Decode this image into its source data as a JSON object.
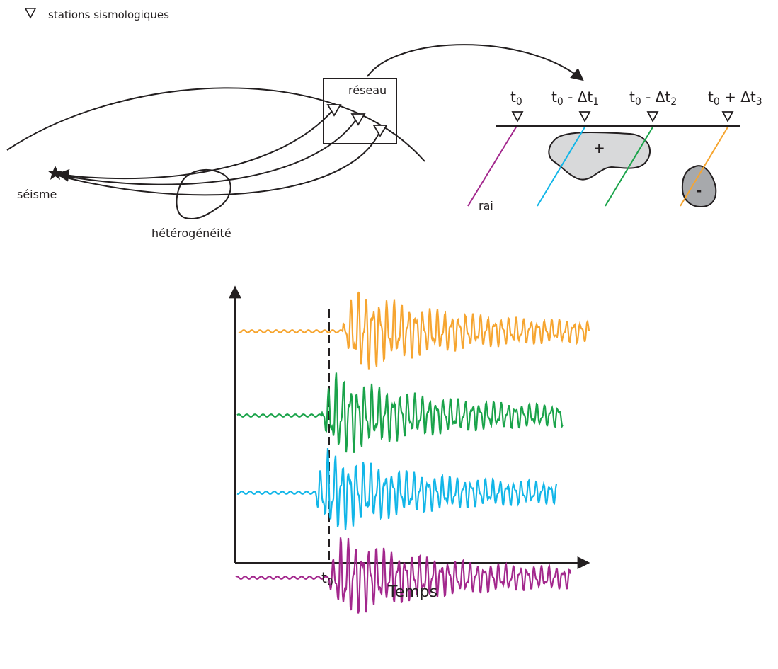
{
  "legend": {
    "symbol": "inverted-triangle-icon",
    "label": "stations sismologiques"
  },
  "map": {
    "seisme_label": "séisme",
    "heterogeneity_label": "hétérogénéité",
    "network_label": "réseau"
  },
  "zoom": {
    "stations": [
      {
        "base": "t",
        "sub": "0",
        "tail": ""
      },
      {
        "base": "t",
        "sub": "0",
        "tail": " - Δt",
        "tail_sub": "1"
      },
      {
        "base": "t",
        "sub": "0",
        "tail": " - Δt",
        "tail_sub": "2"
      },
      {
        "base": "t",
        "sub": "0",
        "tail": " + Δt",
        "tail_sub": "3"
      }
    ],
    "positive_sign": "+",
    "negative_sign": "-",
    "ray_label": "rai"
  },
  "seismogram": {
    "x_tick_base": "t",
    "x_tick_sub": "0",
    "x_label": "Temps"
  },
  "colors": {
    "purple": "#a3288d",
    "cyan": "#12b6e8",
    "green": "#1aa34a",
    "orange": "#f6a530",
    "line": "#231f20",
    "anomaly_light": "#d8d9da",
    "anomaly_dark": "#a7a9ac"
  }
}
